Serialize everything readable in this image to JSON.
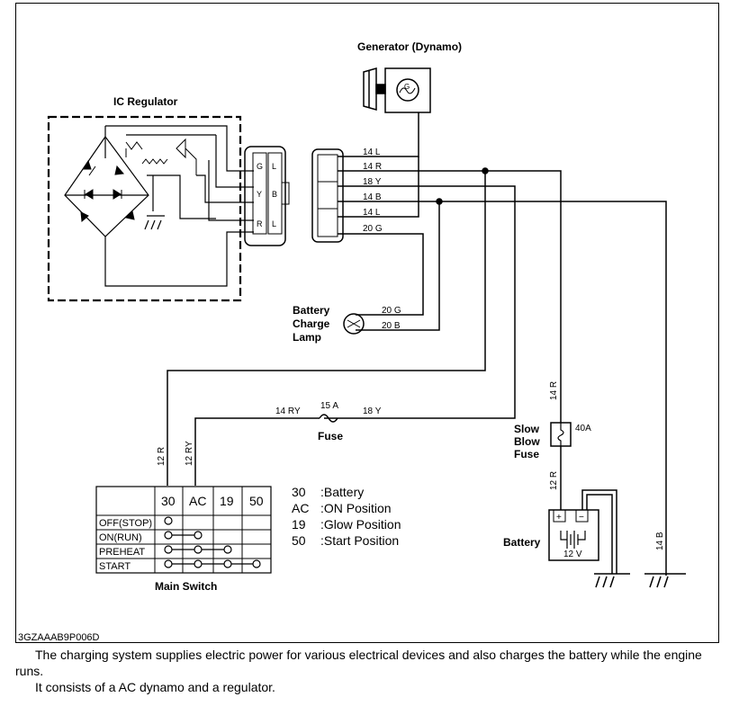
{
  "labels": {
    "generator": "Generator (Dynamo)",
    "ic_regulator": "IC  Regulator",
    "battery_charge_lamp": [
      "Battery",
      "Charge",
      "Lamp"
    ],
    "fuse": "Fuse",
    "fuse_rating": "15 A",
    "slow_blow_fuse": [
      "Slow",
      "Blow",
      "Fuse"
    ],
    "slow_blow_rating": "40A",
    "battery": "Battery",
    "battery_voltage": "12 V",
    "battery_plus": "+",
    "battery_minus": "−",
    "main_switch": "Main Switch"
  },
  "regulator_pins": [
    "G",
    "L",
    "B",
    "Y",
    "L",
    "R"
  ],
  "connector_wires": [
    "14 L",
    "14 R",
    "18 Y",
    "14 B",
    "14 L",
    "20 G"
  ],
  "lamp_wires": [
    "20 G",
    "20 B"
  ],
  "fuse_wires": [
    "14 RY",
    "18 Y"
  ],
  "vertical_wires": {
    "main_left": "12 R",
    "main_right": "12 RY",
    "upper_red": "14 R",
    "lower_red": "12 R",
    "ground_b": "14 B"
  },
  "main_switch": {
    "columns": [
      "30",
      "AC",
      "19",
      "50"
    ],
    "rows": [
      "OFF(STOP)",
      "ON(RUN)",
      "PREHEAT",
      "START"
    ]
  },
  "legend": [
    {
      "code": "30",
      "desc": ":Battery"
    },
    {
      "code": "AC",
      "desc": ":ON Position"
    },
    {
      "code": "19",
      "desc": ":Glow Position"
    },
    {
      "code": "50",
      "desc": ":Start Position"
    }
  ],
  "figure_code": "3GZAAAB9P006D",
  "caption": [
    "The charging system supplies electric power for various electrical devices and also charges the battery while the engine runs.",
    "It consists of a AC dynamo and a regulator."
  ]
}
